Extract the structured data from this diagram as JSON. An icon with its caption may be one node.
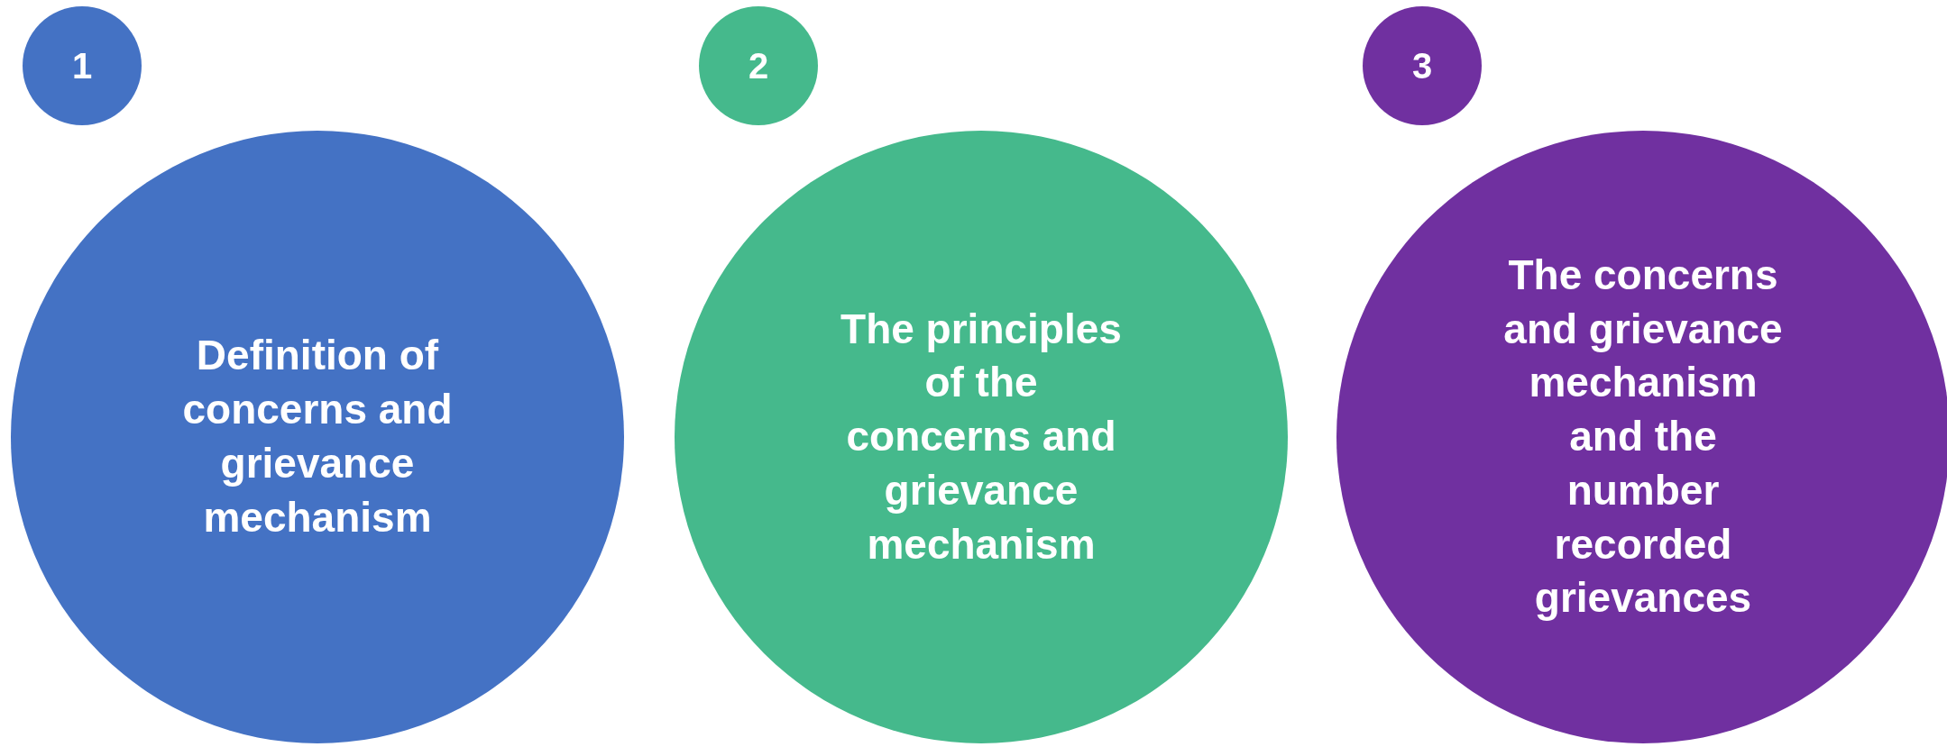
{
  "diagram": {
    "nodes": [
      {
        "text": [
          "1"
        ]
      },
      {
        "text": [
          "2"
        ]
      },
      {
        "text": [
          "3"
        ]
      },
      {
        "text": [
          "Definition of concerns and grievance mechanism"
        ]
      },
      {
        "text": [
          "The principles of the concerns and grievance mechanism"
        ]
      },
      {
        "text": [
          "The concerns and grievance mechanism and the number recorded grievances"
        ]
      }
    ],
    "edges": []
  }
}
